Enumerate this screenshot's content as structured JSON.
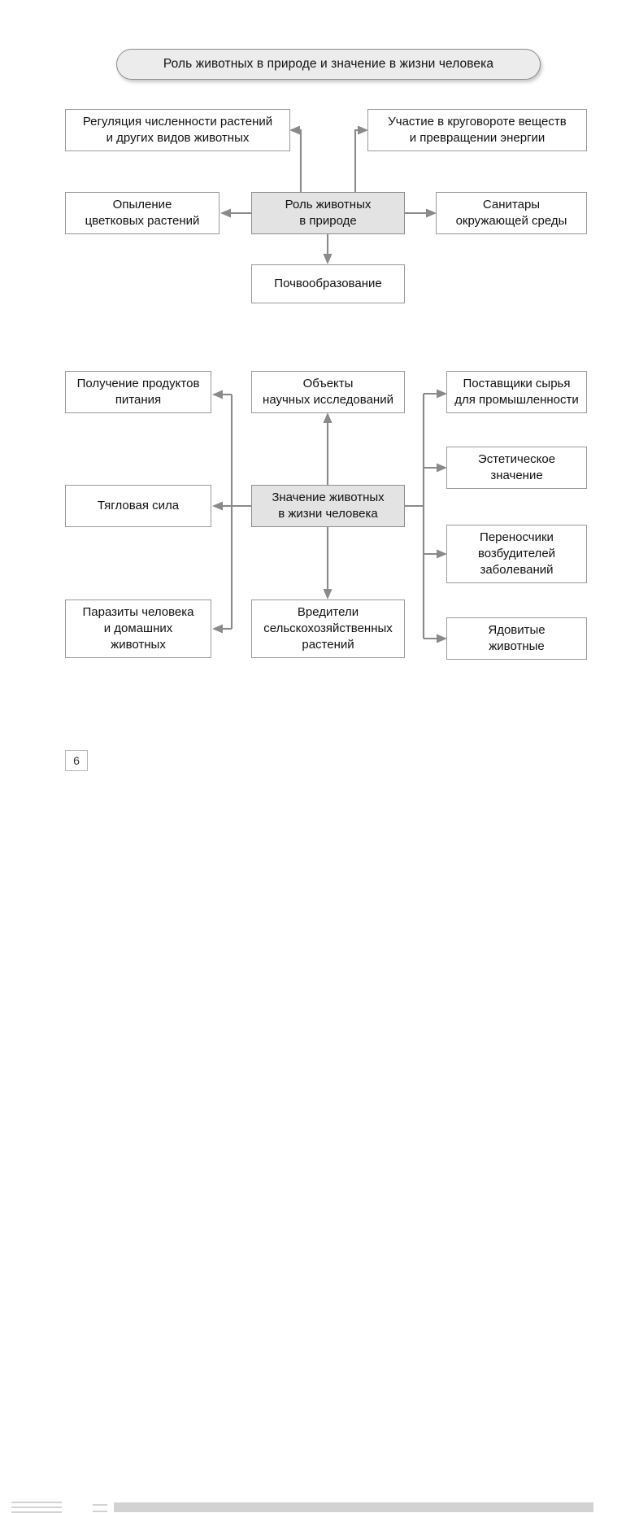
{
  "page": {
    "title": "Роль животных в природе и значение в жизни человека",
    "page_number": "6",
    "colors": {
      "center_box_fill": "#e3e3e3",
      "box_fill": "#ffffff",
      "box_border": "#9a9a9a",
      "connector": "#8a8a8a",
      "title_fill": "#ececec",
      "footer_bar": "#d2d2d2"
    }
  },
  "diagram1": {
    "center": {
      "line1": "Роль животных",
      "line2": "в природе"
    },
    "nodes": {
      "regulation": {
        "line1": "Регуляция численности растений",
        "line2": "и других видов животных"
      },
      "circulation": {
        "line1": "Участие в круговороте веществ",
        "line2": "и превращении энергии"
      },
      "pollination": {
        "line1": "Опыление",
        "line2": "цветковых растений"
      },
      "sanitation": {
        "line1": "Санитары",
        "line2": "окружающей среды"
      },
      "soil": {
        "line1": "Почвообразование",
        "line2": ""
      }
    }
  },
  "diagram2": {
    "center": {
      "line1": "Значение животных",
      "line2": "в жизни человека"
    },
    "nodes": {
      "food": {
        "line1": "Получение продуктов",
        "line2": "питания"
      },
      "research": {
        "line1": "Объекты",
        "line2": "научных исследований"
      },
      "raw_materials": {
        "line1": "Поставщики сырья",
        "line2": "для промышленности"
      },
      "aesthetic": {
        "line1": "Эстетическое",
        "line2": "значение"
      },
      "draft_power": {
        "line1": "Тягловая сила",
        "line2": ""
      },
      "disease_carriers": {
        "line1": "Переносчики",
        "line2": "возбудителей",
        "line3": "заболеваний"
      },
      "parasites": {
        "line1": "Паразиты человека",
        "line2": "и домашних",
        "line3": "животных"
      },
      "pests": {
        "line1": "Вредители",
        "line2": "сельскохозяйственных",
        "line3": "растений"
      },
      "venomous": {
        "line1": "Ядовитые",
        "line2": "животные"
      }
    }
  }
}
